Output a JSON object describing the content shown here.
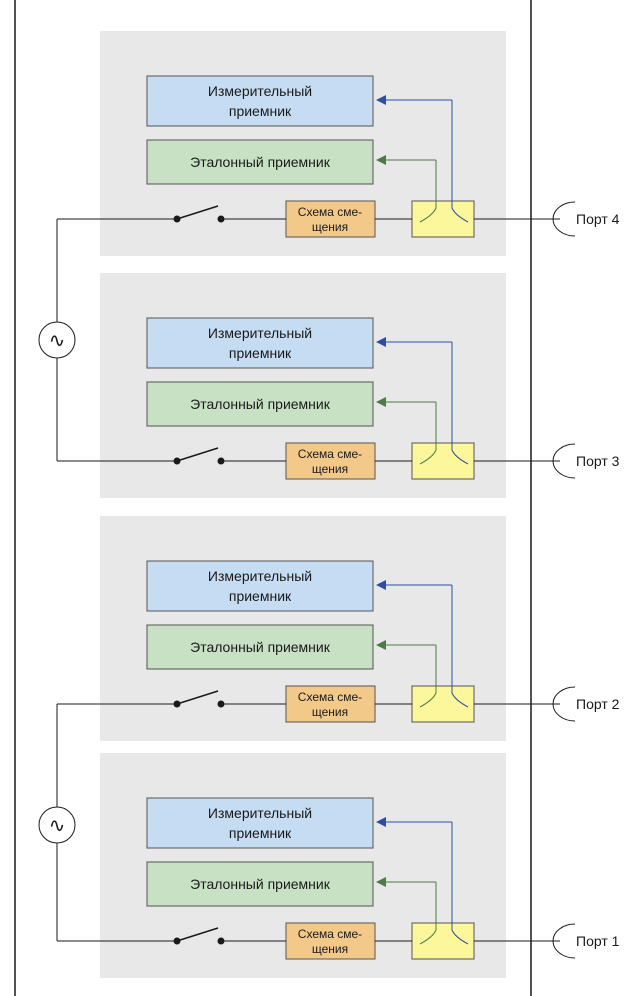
{
  "colors": {
    "panel": "#e8e8e8",
    "measure_box": "#c5dcf3",
    "reference_box": "#c8e0c4",
    "bias_box": "#f3c98a",
    "coupler_box": "#fbf79a",
    "measure_arrow": "#2c4fa3",
    "reference_arrow": "#4d7a46",
    "line": "#1a1a1a"
  },
  "modules": [
    {
      "measure_receiver": {
        "line1": "Измерительный",
        "line2": "приемник"
      },
      "reference_receiver": "Эталонный приемник",
      "bias_tee": {
        "line1": "Схема сме-",
        "line2": "щения"
      },
      "switch_state": "open",
      "port_label": "Порт 4"
    },
    {
      "measure_receiver": {
        "line1": "Измерительный",
        "line2": "приемник"
      },
      "reference_receiver": "Эталонный приемник",
      "bias_tee": {
        "line1": "Схема сме-",
        "line2": "щения"
      },
      "switch_state": "open",
      "port_label": "Порт 3"
    },
    {
      "measure_receiver": {
        "line1": "Измерительный",
        "line2": "приемник"
      },
      "reference_receiver": "Эталонный приемник",
      "bias_tee": {
        "line1": "Схема сме-",
        "line2": "щения"
      },
      "switch_state": "open",
      "port_label": "Порт 2"
    },
    {
      "measure_receiver": {
        "line1": "Измерительный",
        "line2": "приемник"
      },
      "reference_receiver": "Эталонный приемник",
      "bias_tee": {
        "line1": "Схема сме-",
        "line2": "щения"
      },
      "switch_state": "open",
      "port_label": "Порт 1"
    }
  ],
  "sources": [
    {
      "icon": "ac-source-icon",
      "symbol": "∿"
    },
    {
      "icon": "ac-source-icon",
      "symbol": "∿"
    }
  ]
}
